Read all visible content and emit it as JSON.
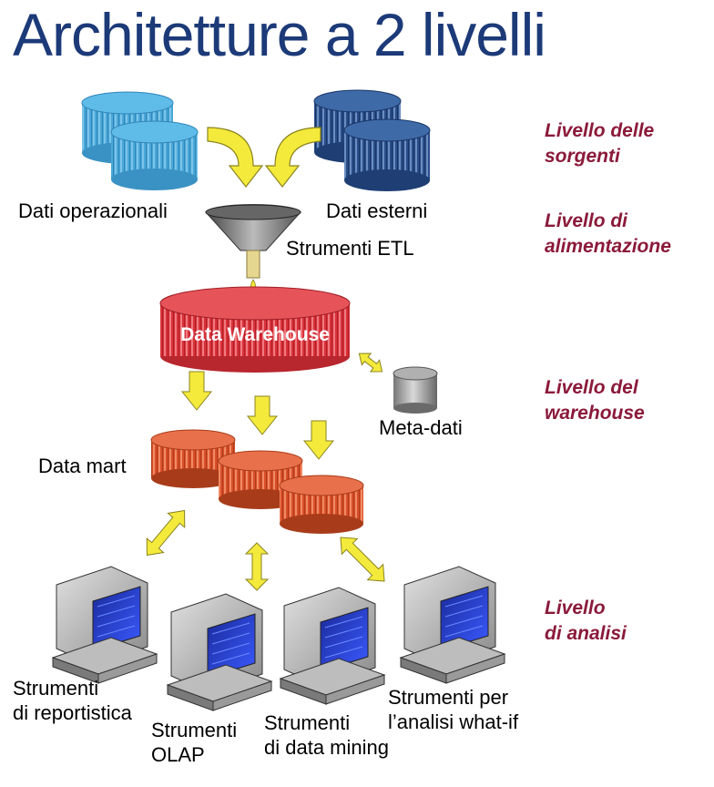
{
  "title": "Architetture a 2 livelli",
  "labels": {
    "dati_operazionali": "Dati operazionali",
    "dati_esterni": "Dati esterni",
    "strumenti_etl": "Strumenti ETL",
    "data_warehouse": "Data Warehouse",
    "meta_dati": "Meta-dati",
    "data_mart": "Data mart"
  },
  "tools": {
    "reportistica": [
      "Strumenti",
      "di reportistica"
    ],
    "olap": [
      "Strumenti",
      "OLAP"
    ],
    "data_mining": [
      "Strumenti",
      "di data mining"
    ],
    "what_if": [
      "Strumenti per",
      "l’analisi what-if"
    ]
  },
  "levels": {
    "sorgenti": [
      "Livello delle",
      "sorgenti"
    ],
    "alimentazione": [
      "Livello di",
      "alimentazione"
    ],
    "warehouse": [
      "Livello del",
      "warehouse"
    ],
    "analisi": [
      "Livello",
      "di analisi"
    ]
  },
  "colors": {
    "title": "#1c3a78",
    "level_text": "#8b1a3a",
    "operational_db": "#4aa8d8",
    "external_db": "#2a4f8a",
    "warehouse": "#d8323a",
    "data_mart": "#d8502a",
    "arrow": "#f4ea3c"
  }
}
